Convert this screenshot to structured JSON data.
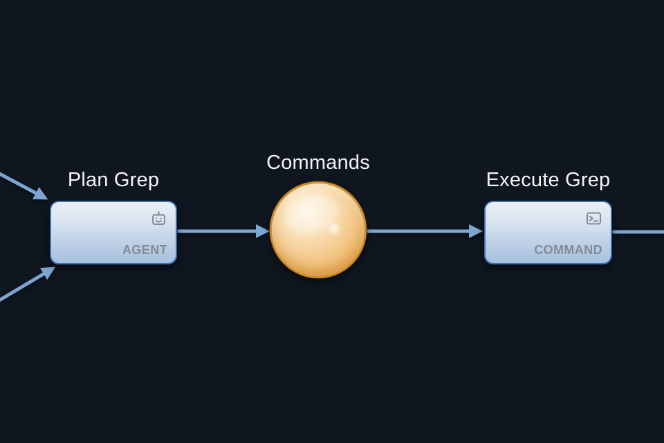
{
  "canvas": {
    "background_color": "#0f1620",
    "edge_color": "#7da5d2"
  },
  "nodes": [
    {
      "id": "plan-grep",
      "title": "Plan Grep",
      "type_label": "AGENT",
      "icon": "robot-icon",
      "border_color": "#3e6fae"
    },
    {
      "id": "commands",
      "title": "Commands",
      "shape": "sphere",
      "fill_color": "#f2c683",
      "border_color": "#ce8e2a"
    },
    {
      "id": "execute-grep",
      "title": "Execute Grep",
      "type_label": "COMMAND",
      "icon": "terminal-icon",
      "border_color": "#3e6fae"
    }
  ],
  "edges": [
    {
      "id": "in-top",
      "to": "plan-grep",
      "arrow": true
    },
    {
      "id": "in-bottom",
      "to": "plan-grep",
      "arrow": true
    },
    {
      "id": "plan-to-commands",
      "from": "plan-grep",
      "to": "commands",
      "arrow": true
    },
    {
      "id": "commands-to-execute",
      "from": "commands",
      "to": "execute-grep",
      "arrow": true
    },
    {
      "id": "execute-out",
      "from": "execute-grep",
      "arrow": false
    }
  ]
}
